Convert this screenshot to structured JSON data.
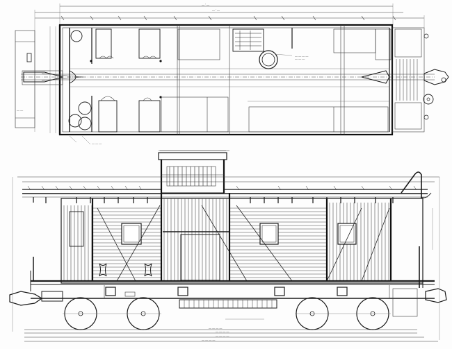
{
  "drawing": {
    "subject": "Railroad caboose (cabin car) construction drawing",
    "colors": {
      "ink": "#1a1a1a",
      "paper": "#fdfdfd"
    },
    "views": [
      {
        "id": "plan",
        "label": "Floor plan (top view)"
      },
      {
        "id": "elevation",
        "label": "Side elevation"
      }
    ],
    "plan": {
      "dims_top": [
        "",
        ""
      ],
      "rooms": [
        "",
        "",
        "",
        ""
      ],
      "features": [
        "stove",
        "water tank",
        "lockers",
        "seats",
        "platforms",
        "couplers",
        "brake wheel"
      ]
    },
    "elevation": {
      "features": [
        "cupola",
        "roof walk",
        "ladder grab iron",
        "windows",
        "sheathing",
        "side door",
        "trucks",
        "wheels",
        "couplers",
        "tool box"
      ],
      "dims_bottom": [
        "",
        "",
        "",
        ""
      ]
    },
    "annotations_note": "Dimension and callout text in the scan is illegible"
  }
}
